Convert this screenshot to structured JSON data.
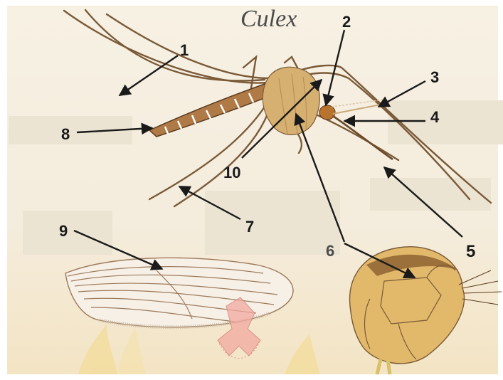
{
  "title": "Culex",
  "labels": {
    "l1": "1",
    "l2": "2",
    "l3": "3",
    "l4": "4",
    "l5": "5",
    "l6": "6",
    "l7": "7",
    "l8": "8",
    "l9": "9",
    "l10": "10"
  },
  "colors": {
    "background": "#f6efe0",
    "answer_box": "#ece4d3",
    "insect_body": "#c9a263",
    "insect_leg": "#7a5a38",
    "wing_vein": "#9c7a5c",
    "arrow": "#1a1a1a"
  },
  "icons": [
    "mosquito-figure",
    "wing-figure",
    "head-thorax-figure"
  ]
}
